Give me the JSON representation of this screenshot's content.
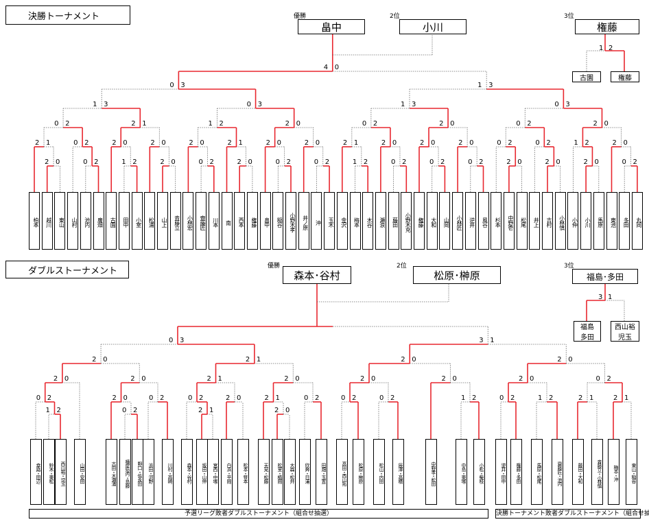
{
  "singles": {
    "title": "決勝トーナメント",
    "champion_label": "優勝",
    "champion": "畠中",
    "second_label": "2位",
    "second": "小川",
    "third_label": "3位",
    "third": "権藤",
    "third_playoff": {
      "p1": "古園",
      "p2": "権藤",
      "s1": "1",
      "s2": "2"
    },
    "players": [
      "柏本",
      "越川",
      "東山",
      "山村",
      "池内",
      "廣畑",
      "古園",
      "田中",
      "小室",
      "松浦",
      "山上",
      "斉藤立",
      "小林宏",
      "齋藤匠",
      "川本",
      "南",
      "西本",
      "権藤",
      "畠中",
      "稲谷",
      "小野木孝",
      "井ノ原",
      "沖",
      "玉木",
      "金沢",
      "梅本",
      "木谷",
      "瀬浪",
      "藤田",
      "小野木充",
      "権藤",
      "大和",
      "山岡",
      "小林匠",
      "逆井",
      "風谷",
      "杉本",
      "中野壱",
      "松尾",
      "井上",
      "吉村",
      "小林慎",
      "小仲",
      "小川",
      "馬原",
      "東池",
      "多田",
      "丸岡"
    ]
  },
  "doubles": {
    "title": "ダブルストーナメント",
    "champion_label": "優勝",
    "champion": "森本･谷村",
    "second_label": "2位",
    "second": "松原･榊原",
    "third_label": "3位",
    "third": "福島･多田",
    "third_playoff": {
      "p1a": "福島",
      "p1b": "多田",
      "p2a": "西山裕",
      "p2b": "児玉",
      "s1": "3",
      "s2": "1"
    },
    "players": [
      "幸路・田辺",
      "鈴木・東松",
      "西山裕・児玉",
      "山田・安田",
      "古田・木瀬浦",
      "横屋垣内・島藤",
      "野口・佐永田",
      "浜田・河野",
      "川村・高崎",
      "森本・谷村",
      "坂田・山仲",
      "宮西・中塚",
      "白浜・平岡",
      "松本・笹本",
      "天見・松藤",
      "松室・植岡",
      "大森・松井",
      "欣奔・日浦",
      "田畑・玉置",
      "高田・西山拓",
      "松原・榊原",
      "松山・内田",
      "辰澤・高橋",
      "中野孝・松田",
      "中島・東塚",
      "小松・柴枝",
      "逆井・田中",
      "権藤・多田",
      "馬原・松尾",
      "齋藤匠・池内",
      "藤田・大和",
      "斉藤立・小林慎",
      "梅本・沖",
      "東山・稲谷"
    ],
    "note_left": "予選リーグ敗者ダブルストーナメント（組合せ抽選）",
    "note_right": "決勝トーナメント敗者ダブルストーナメント（組合せ抽選）"
  },
  "colors": {
    "winner": "#e8262e",
    "loser": "#666666"
  }
}
